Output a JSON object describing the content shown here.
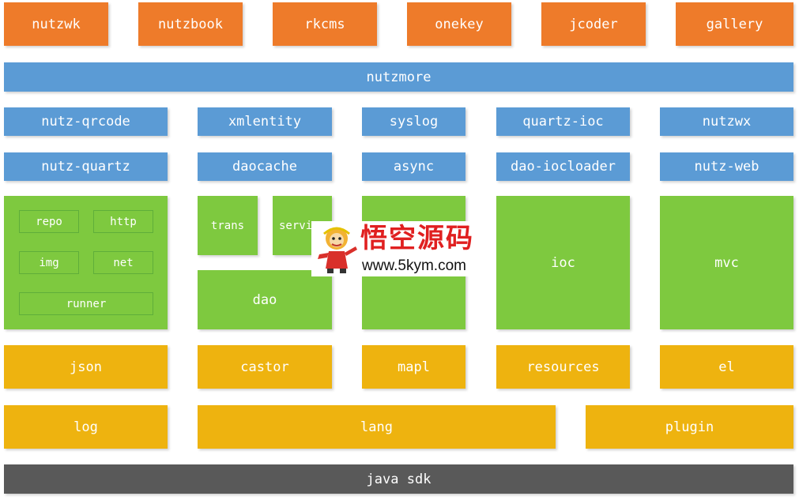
{
  "top_projects": [
    "nutzwk",
    "nutzbook",
    "rkcms",
    "onekey",
    "jcoder",
    "gallery"
  ],
  "nutzmore": "nutzmore",
  "plugins_row1": [
    "nutz-qrcode",
    "xmlentity",
    "syslog",
    "quartz-ioc",
    "nutzwx"
  ],
  "plugins_row2": [
    "nutz-quartz",
    "daocache",
    "async",
    "dao-iocloader",
    "nutz-web"
  ],
  "utils_group": {
    "items": [
      "repo",
      "http",
      "img",
      "net",
      "runner"
    ]
  },
  "dao_group": {
    "trans": "trans",
    "service": "servi",
    "dao": "dao"
  },
  "core": {
    "ioc": "ioc",
    "mvc": "mvc"
  },
  "support_row": [
    "json",
    "castor",
    "mapl",
    "resources",
    "el"
  ],
  "base_row": [
    "log",
    "lang",
    "plugin"
  ],
  "foundation": "java sdk",
  "watermark": {
    "title": "悟空源码",
    "url": "www.5kym.com"
  },
  "colors": {
    "app": "#ee7b2a",
    "plugin": "#5b9bd5",
    "core": "#7ec93f",
    "support": "#eeb30f",
    "base": "#595959"
  }
}
